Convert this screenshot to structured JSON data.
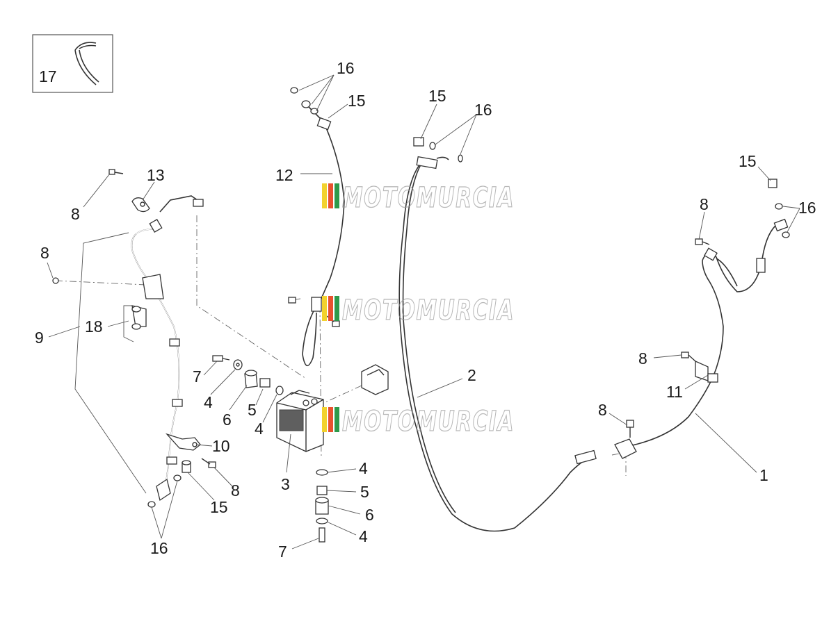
{
  "callouts": {
    "c1": "1",
    "c2": "2",
    "c3": "3",
    "c4": "4",
    "c5": "5",
    "c6": "6",
    "c7": "7",
    "c8": "8",
    "c9": "9",
    "c10": "10",
    "c11": "11",
    "c12": "12",
    "c13": "13",
    "c15": "15",
    "c16": "16",
    "c17": "17",
    "c18": "18"
  },
  "watermark": {
    "text": "MOTOMURCIA",
    "colors": [
      "#f2d22e",
      "#e8512e",
      "#2e9a4a"
    ]
  }
}
